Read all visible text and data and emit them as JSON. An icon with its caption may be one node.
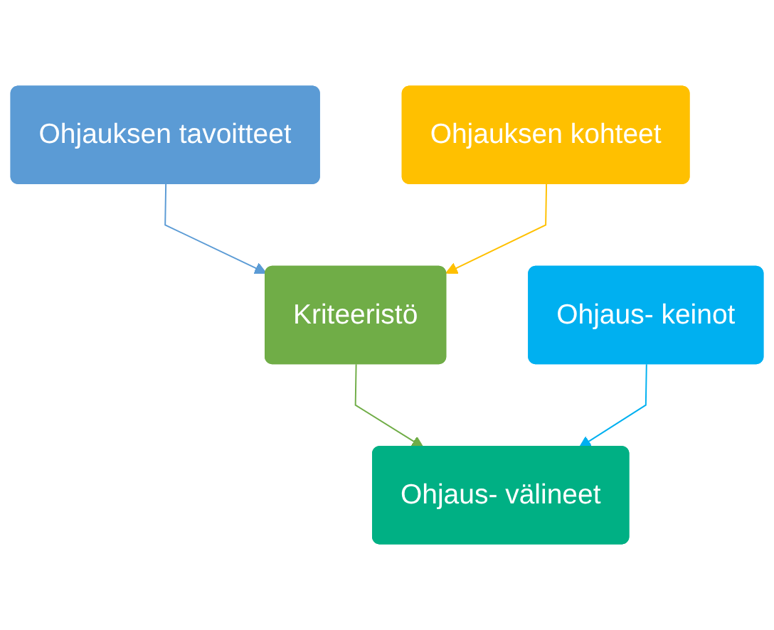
{
  "diagram": {
    "nodes": [
      {
        "text": [
          "Ohjauksen tavoitteet"
        ]
      },
      {
        "text": [
          "Ohjauksen kohteet"
        ]
      },
      {
        "text": [
          "Kriteeristö"
        ]
      },
      {
        "text": [
          "Ohjaus- keinot"
        ]
      },
      {
        "text": [
          "Ohjaus- välineet"
        ]
      }
    ],
    "edges": [
      {
        "from": 0,
        "to": 2,
        "arrow": "to",
        "color": "#5b9bd5"
      },
      {
        "from": 1,
        "to": 2,
        "arrow": "to",
        "color": "#ffc000"
      },
      {
        "from": 2,
        "to": 4,
        "arrow": "to",
        "color": "#70ad47"
      },
      {
        "from": 3,
        "to": 4,
        "arrow": "to",
        "color": "#00b0f0"
      }
    ]
  }
}
